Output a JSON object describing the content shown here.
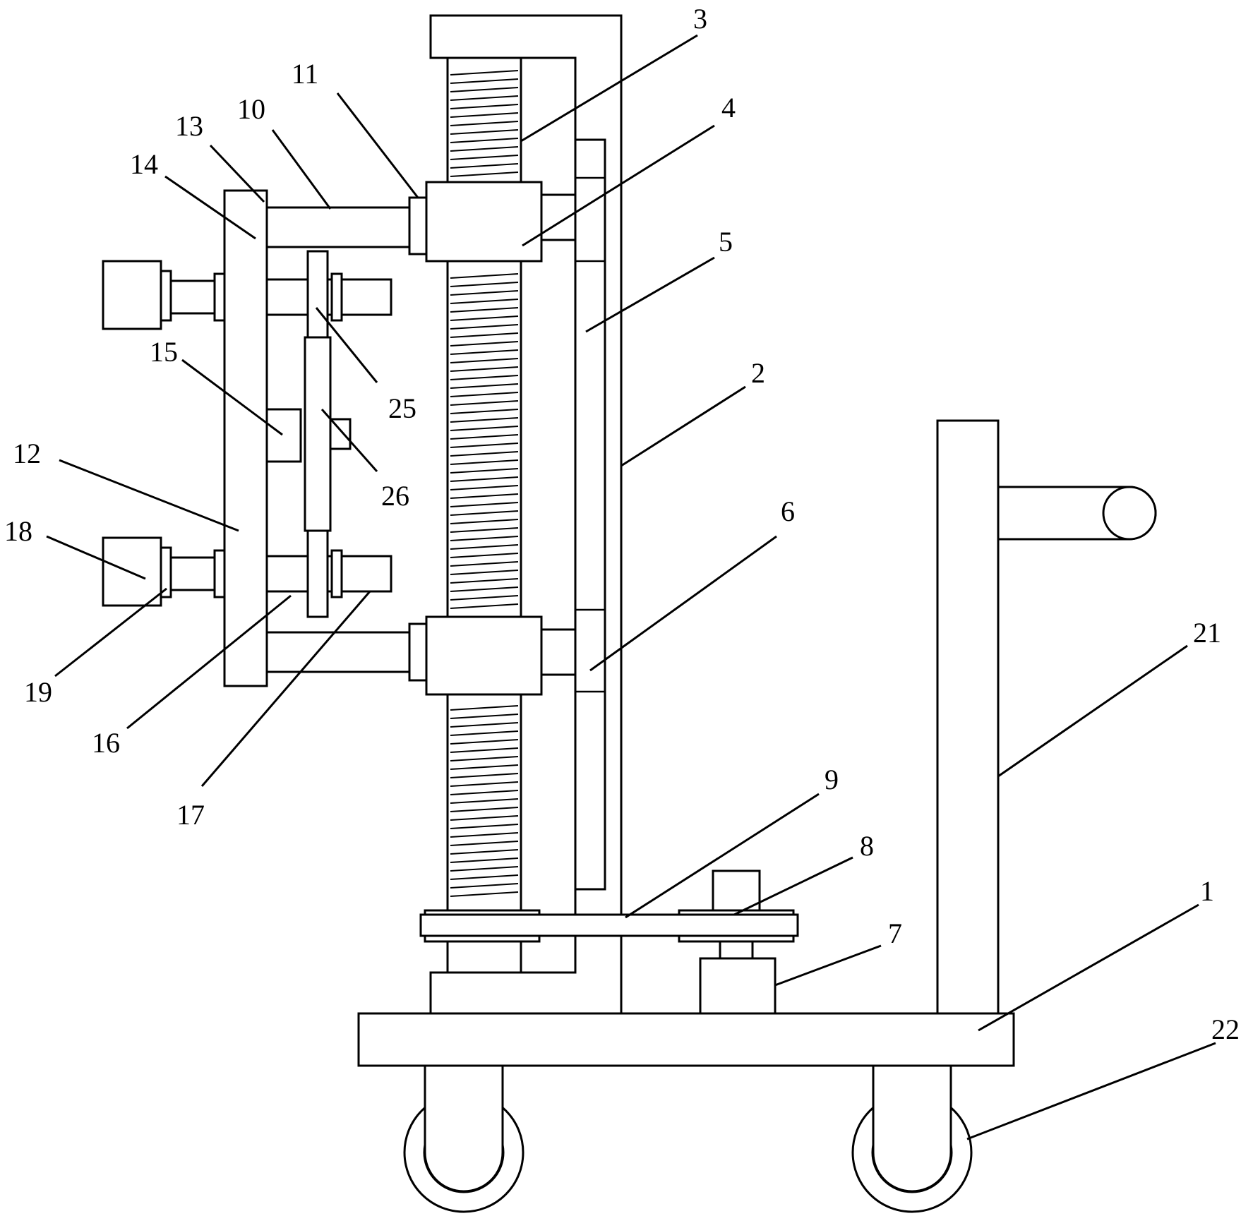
{
  "diagram": {
    "labels": {
      "l1": "1",
      "l2": "2",
      "l3": "3",
      "l4": "4",
      "l5": "5",
      "l6": "6",
      "l7": "7",
      "l8": "8",
      "l9": "9",
      "l10": "10",
      "l11": "11",
      "l12": "12",
      "l13": "13",
      "l14": "14",
      "l15": "15",
      "l16": "16",
      "l17": "17",
      "l18": "18",
      "l19": "19",
      "l21": "21",
      "l22": "22",
      "l25": "25",
      "l26": "26"
    }
  }
}
